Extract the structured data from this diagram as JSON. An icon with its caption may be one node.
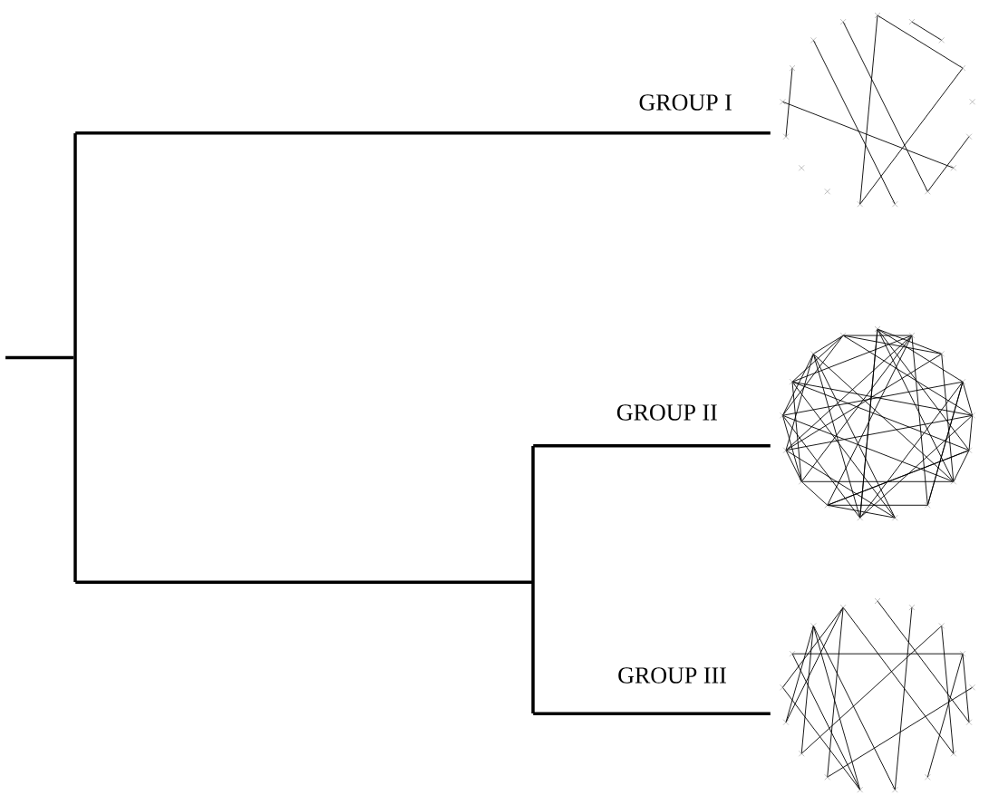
{
  "diagram": {
    "nodes": [
      {
        "text": [],
        "shape": "bar"
      },
      {
        "text": [],
        "shape": "picture",
        "beside": [
          "GROUP I"
        ]
      },
      {
        "text": [],
        "shape": "bar"
      },
      {
        "text": [],
        "shape": "picture",
        "beside": [
          "GROUP II"
        ]
      },
      {
        "text": [],
        "shape": "picture",
        "beside": [
          "GROUP III"
        ]
      }
    ],
    "edges": [
      {
        "from": null,
        "to": 0,
        "arrow": "none"
      },
      {
        "from": 0,
        "to": 1,
        "arrow": "none"
      },
      {
        "from": 0,
        "to": 2,
        "arrow": "none"
      },
      {
        "from": 2,
        "to": 3,
        "arrow": "none"
      },
      {
        "from": 2,
        "to": 4,
        "arrow": "none"
      }
    ]
  }
}
